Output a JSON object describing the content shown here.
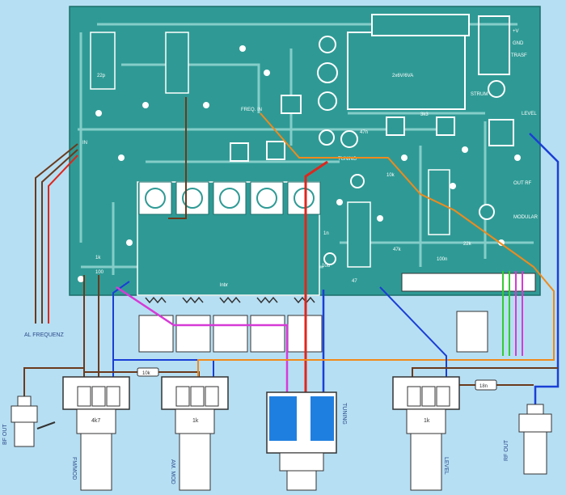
{
  "colors": {
    "background": "#b7dff3",
    "pcb": "#2f9a95",
    "trace": "#8fd3cf",
    "pad": "#ffffff",
    "wire_brown": "#6b3a1c",
    "wire_red": "#e0261c",
    "wire_blue": "#1a3fd6",
    "wire_orange": "#f08a1c",
    "wire_magenta": "#d63ad6",
    "wire_green": "#33cc33"
  },
  "board_labels": {
    "freq_in": "FREQ. IN",
    "tuning_pcb": "TUNING",
    "level_pcb": "LEVEL",
    "out_rf": "OUT RF",
    "modulation": "MODULAR",
    "mains": "2x6V/6VA",
    "transformer": "TRASF",
    "logo": "lnbr",
    "strum": "STRUM",
    "rf_resistor": "10k",
    "in_pcb": "IN",
    "res_1k": "1k",
    "res_47k": "47k",
    "res_22k": "22k",
    "res_47": "47",
    "res_100": "100",
    "res_3k3": "3k3",
    "res_10k": "10k",
    "res_1n": "1n",
    "res_47n": "47n",
    "res_100n": "100n",
    "res_22p": "22p",
    "res_10u": "10u",
    "vcc": "+V",
    "gnd": "GND"
  },
  "wire_labels": {
    "al_frequenz": "AL FREQUENZ",
    "rf_resistor_label": "18n"
  },
  "controls": {
    "bf_out": "BF OUT",
    "fm_mod": "FM/MOD",
    "fm_mod_value": "4k7",
    "am_mod": "AM. MOD",
    "am_mod_value": "1k",
    "tuning": "TUNING",
    "level": "LEVEL",
    "level_value": "1k",
    "rf_out": "RF OUT",
    "link_resistor": "10k"
  }
}
